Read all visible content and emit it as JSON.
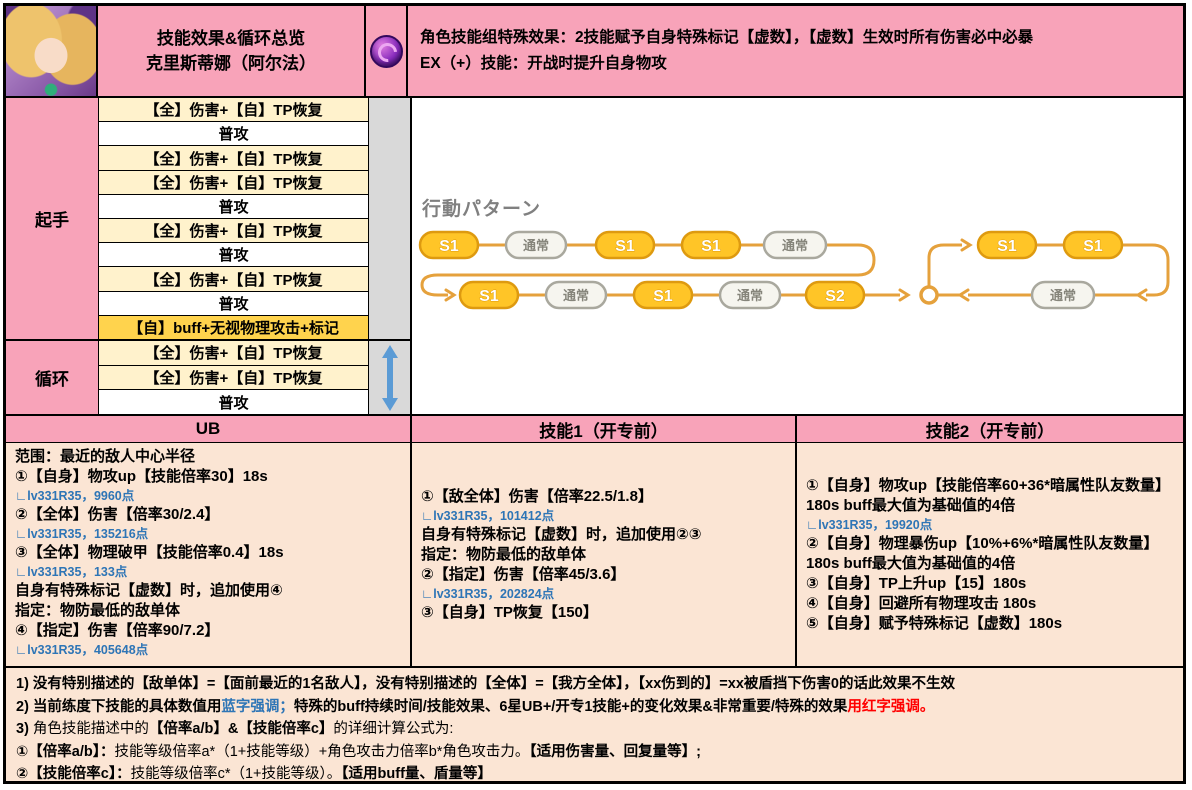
{
  "header": {
    "title_line1": "技能效果&循环总览",
    "title_line2": "克里斯蒂娜（阿尔法）",
    "element_icon": "dark-element-orb",
    "special_effect_line1": "角色技能组特殊效果：2技能赋予自身特殊标记【虚数】，【虚数】生效时所有伤害必中必暴",
    "special_effect_line2": "EX（+）技能：开战时提升自身物攻"
  },
  "rotation": {
    "opening_label": "起手",
    "loop_label": "循环",
    "opening_rows": [
      {
        "label": "【全】伤害+【自】TP恢复",
        "type": "skill"
      },
      {
        "label": "普攻",
        "type": "basic"
      },
      {
        "label": "【全】伤害+【自】TP恢复",
        "type": "skill"
      },
      {
        "label": "【全】伤害+【自】TP恢复",
        "type": "skill"
      },
      {
        "label": "普攻",
        "type": "basic"
      },
      {
        "label": "【全】伤害+【自】TP恢复",
        "type": "skill"
      },
      {
        "label": "普攻",
        "type": "basic"
      },
      {
        "label": "【全】伤害+【自】TP恢复",
        "type": "skill"
      },
      {
        "label": "普攻",
        "type": "basic"
      },
      {
        "label": "【自】buff+无视物理攻击+标记",
        "type": "buff"
      }
    ],
    "loop_rows": [
      {
        "label": "【全】伤害+【自】TP恢复",
        "type": "skill"
      },
      {
        "label": "【全】伤害+【自】TP恢复",
        "type": "skill"
      },
      {
        "label": "普攻",
        "type": "basic"
      }
    ]
  },
  "action_pattern": {
    "title": "行動パターン",
    "row1": [
      "S1",
      "通常",
      "S1",
      "S1",
      "通常"
    ],
    "row2": [
      "S1",
      "通常",
      "S1",
      "通常",
      "S2"
    ],
    "loop_top": [
      "S1",
      "S1"
    ],
    "loop_bottom": [
      "通常"
    ]
  },
  "skills": {
    "ub": {
      "header": "UB",
      "lines": [
        {
          "text": "范围：最近的敌人中心半径"
        },
        {
          "text": "①【自身】物攻up【技能倍率30】18s"
        },
        {
          "text": "∟lv331R35，9960点"
        },
        {
          "text": "②【全体】伤害【倍率30/2.4】"
        },
        {
          "text": "∟lv331R35，135216点"
        },
        {
          "text": "③【全体】物理破甲【技能倍率0.4】18s"
        },
        {
          "text": "∟lv331R35，133点"
        },
        {
          "text": "自身有特殊标记【虚数】时，追加使用④"
        },
        {
          "text": "指定：物防最低的敌单体"
        },
        {
          "text": "④【指定】伤害【倍率90/7.2】"
        },
        {
          "text": "∟lv331R35，405648点"
        }
      ]
    },
    "skill1": {
      "header": "技能1（开专前）",
      "lines": [
        {
          "text": "①【敌全体】伤害【倍率22.5/1.8】"
        },
        {
          "text": "∟lv331R35，101412点"
        },
        {
          "text": "自身有特殊标记【虚数】时，追加使用②③"
        },
        {
          "text": "指定：物防最低的敌单体"
        },
        {
          "text": "②【指定】伤害【倍率45/3.6】"
        },
        {
          "text": "∟lv331R35，202824点"
        },
        {
          "text": "③【自身】TP恢复【150】"
        }
      ]
    },
    "skill2": {
      "header": "技能2（开专前）",
      "lines": [
        {
          "text": "①【自身】物攻up【技能倍率60+36*暗属性队友数量】180s buff最大值为基础值的4倍"
        },
        {
          "text": "∟lv331R35，19920点"
        },
        {
          "text": "②【自身】物理暴伤up【10%+6%*暗属性队友数量】180s buff最大值为基础值的4倍"
        },
        {
          "text": "③【自身】TP上升up【15】180s"
        },
        {
          "text": "④【自身】回避所有物理攻击 180s"
        },
        {
          "text": "⑤【自身】赋予特殊标记【虚数】180s"
        }
      ]
    }
  },
  "notes": {
    "lines": [
      [
        {
          "text": "1) 没有特别描述的【敌单体】=【面前最近的1名敌人】，没有特别描述的【全体】=【我方全体】，【xx伤到的】=xx被盾挡下伤害0的话此效果不生效"
        }
      ],
      [
        {
          "text": "2) 当前练度下技能的具体数值用"
        },
        {
          "text": "蓝字强调；",
          "emphasis": "blue"
        },
        {
          "text": "特殊的buff持续时间/技能效果、6星UB+/开专1技能+的变化效果&非常重要/特殊的效果"
        },
        {
          "text": "用红字强调。",
          "emphasis": "red"
        }
      ],
      [
        {
          "text": "3) "
        },
        {
          "text": "角色技能描述中的",
          "weight": "regular"
        },
        {
          "text": "【倍率a/b】&【技能倍率c】"
        },
        {
          "text": "的详细计算公式为:",
          "weight": "regular"
        }
      ],
      [
        {
          "text": "①【倍率a/b】："
        },
        {
          "text": "技能等级倍率a*（1+技能等级）+角色攻击力倍率b*角色攻击力。",
          "weight": "regular"
        },
        {
          "text": "【适用伤害量、回复量等】;"
        }
      ],
      [
        {
          "text": "②【技能倍率c】："
        },
        {
          "text": "技能等级倍率c*（1+技能等级）。",
          "weight": "regular"
        },
        {
          "text": "【适用buff量、盾量等】"
        }
      ]
    ]
  },
  "colors": {
    "header_pink": "#F8A3B9",
    "body_peach": "#FBE5D4",
    "skill_row_yellow": "#FFF2CC",
    "buff_row_gold": "#FFD34D",
    "gray_column": "#D9D9D9",
    "value_text_blue": "#2E75B6",
    "red_emphasis": "#FF0000",
    "diagram_orange": "#E5A13C",
    "loop_arrow_blue": "#5B9BD5"
  }
}
